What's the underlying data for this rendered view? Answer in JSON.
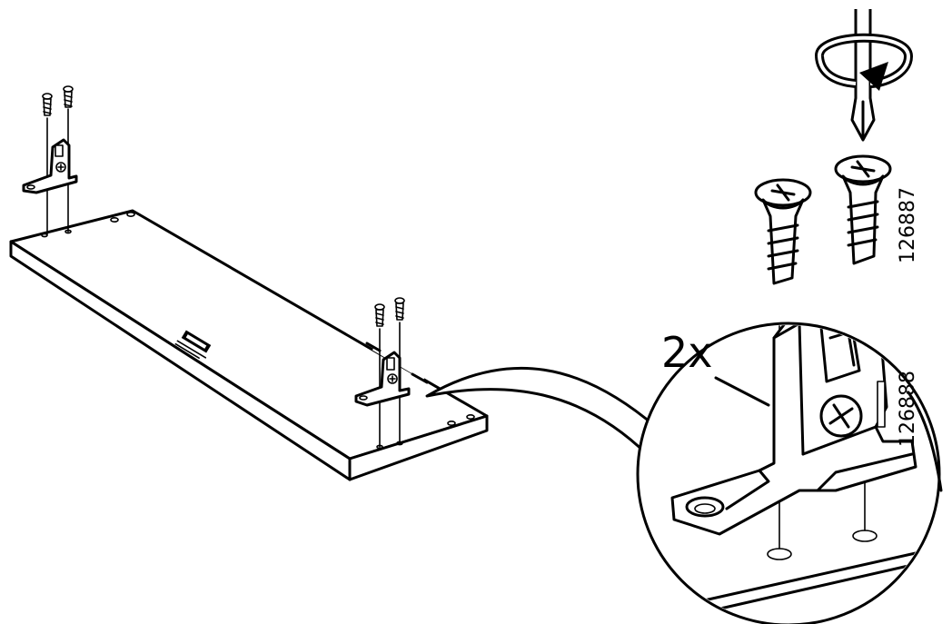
{
  "quantity_label": "2x",
  "part_numbers": [
    "126887",
    "126888"
  ],
  "icons": {
    "rotation": "rotate-clockwise-icon",
    "screwdriver": "screwdriver-icon",
    "brand": "ikea-logo"
  }
}
